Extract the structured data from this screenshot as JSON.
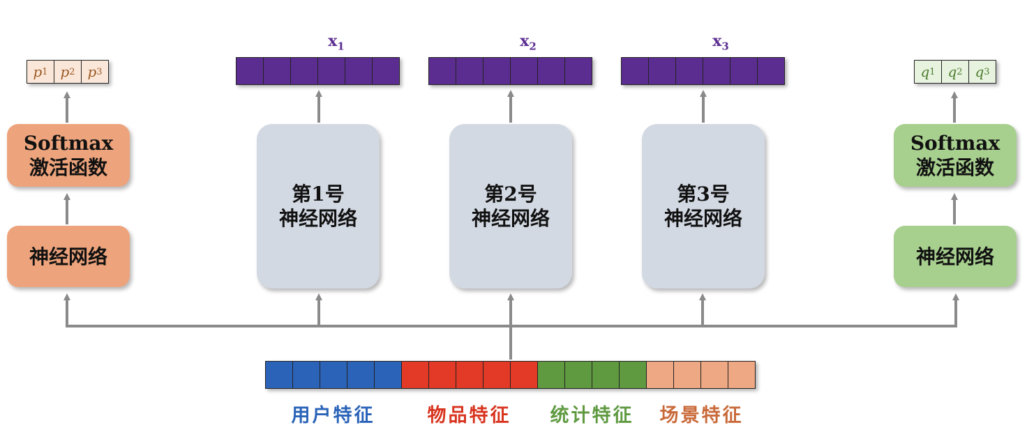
{
  "left_head": {
    "softmax_line1": "Softmax",
    "softmax_line2": "激活函数",
    "nn_label": "神经网络",
    "probs": [
      {
        "sym": "p",
        "sub": "1"
      },
      {
        "sym": "p",
        "sub": "2"
      },
      {
        "sym": "p",
        "sub": "3"
      }
    ]
  },
  "right_head": {
    "softmax_line1": "Softmax",
    "softmax_line2": "激活函数",
    "nn_label": "神经网络",
    "probs": [
      {
        "sym": "q",
        "sub": "1"
      },
      {
        "sym": "q",
        "sub": "2"
      },
      {
        "sym": "q",
        "sub": "3"
      }
    ]
  },
  "experts": [
    {
      "line1": "第1号",
      "line2": "神经网络",
      "out_sym": "x",
      "out_sub": "1"
    },
    {
      "line1": "第2号",
      "line2": "神经网络",
      "out_sym": "x",
      "out_sub": "2"
    },
    {
      "line1": "第3号",
      "line2": "神经网络",
      "out_sym": "x",
      "out_sub": "3"
    }
  ],
  "features": [
    {
      "label": "用户特征",
      "color": "#2a63b8",
      "cells": 5
    },
    {
      "label": "物品特征",
      "color": "#e23a26",
      "cells": 5
    },
    {
      "label": "统计特征",
      "color": "#5f9a40",
      "cells": 4
    },
    {
      "label": "场景特征",
      "color": "#eea883",
      "cells": 4
    }
  ],
  "colors": {
    "expert_output": "#5c2d91",
    "arrow": "#8a8a8a",
    "left_head": "#eda47c",
    "right_head": "#a7cf8e",
    "expert_box": "#d3d9e3",
    "label_blue": "#2a63b8",
    "label_red": "#d8341f",
    "label_green": "#5f9a40",
    "label_orange": "#c96a3a"
  }
}
